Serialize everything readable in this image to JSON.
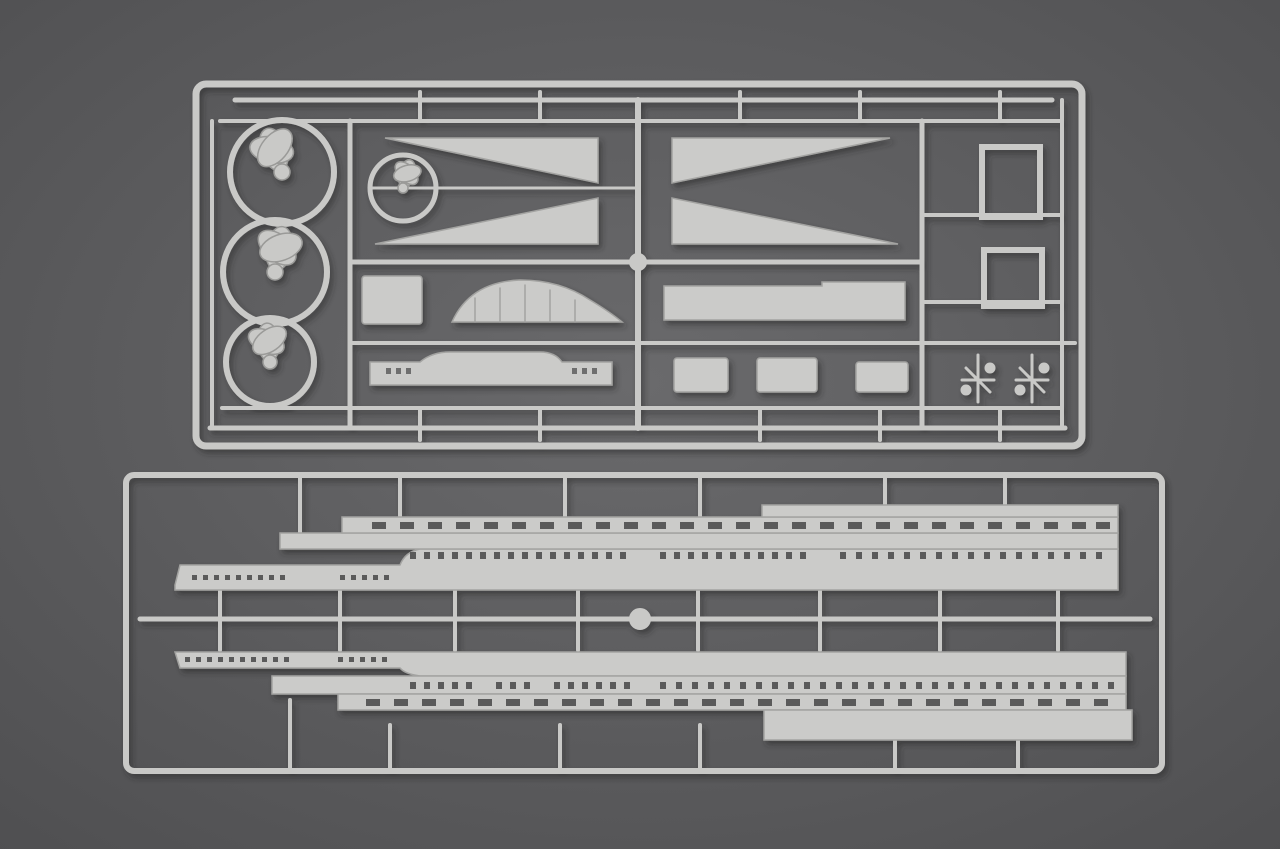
{
  "photo": {
    "background_color": "#5e5e60",
    "plastic_color": "#c9c9c7",
    "plastic_shadow": "#8e8e8d",
    "plastic_highlight": "#dededc"
  },
  "sprues": [
    {
      "name": "upper-sprue",
      "parts": [
        "propeller-large-1",
        "propeller-large-2",
        "propeller-large-3",
        "propeller-small",
        "triangular-fin-1",
        "triangular-fin-2",
        "triangular-fin-3",
        "triangular-fin-4",
        "rudder-part",
        "deck-block-1",
        "deck-block-2",
        "deck-block-3",
        "deck-block-4",
        "long-deck-strip",
        "square-frame-1",
        "square-frame-2",
        "small-fitting-1",
        "small-fitting-2"
      ]
    },
    {
      "name": "lower-sprue",
      "parts": [
        "hull-side-panel-upper",
        "hull-side-panel-lower"
      ]
    }
  ]
}
